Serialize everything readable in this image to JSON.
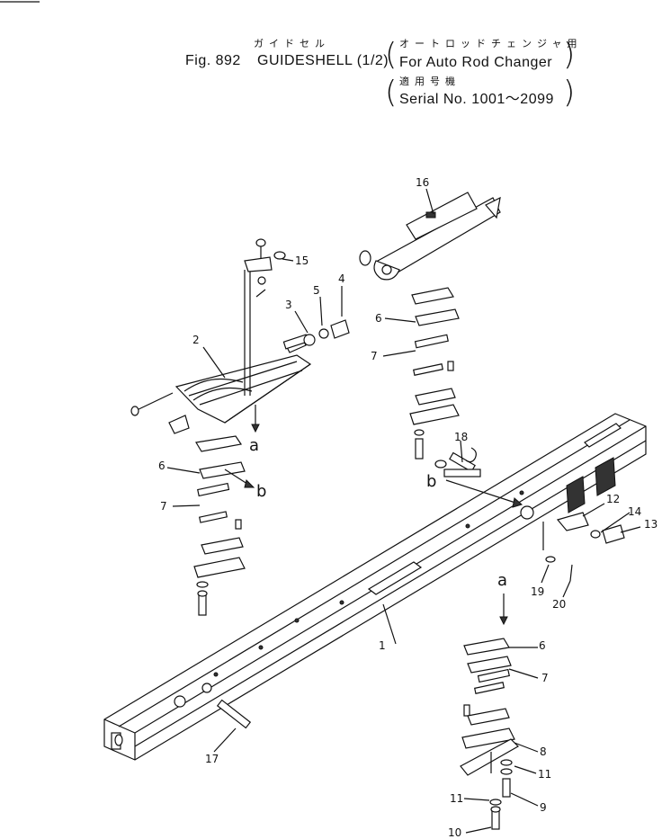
{
  "header": {
    "fig_label": "Fig. 892",
    "jp_title": "ガイドセル",
    "title": "GUIDESHELL (1/2)",
    "jp_usage": "オートロッドチェンジャ用",
    "usage": "For Auto Rod Changer",
    "jp_serial": "適用号機",
    "serial": "Serial No. 1001～2099"
  },
  "callouts": {
    "c1": "1",
    "c2": "2",
    "c3": "3",
    "c4": "4",
    "c5": "5",
    "c6a": "6",
    "c6b": "6",
    "c6c": "6",
    "c7a": "7",
    "c7b": "7",
    "c7c": "7",
    "c8": "8",
    "c9": "9",
    "c10": "10",
    "c11a": "11",
    "c11b": "11",
    "c12": "12",
    "c13": "13",
    "c14": "14",
    "c15": "15",
    "c16": "16",
    "c17": "17",
    "c18": "18",
    "c19": "19",
    "c20": "20"
  },
  "refs": {
    "a1": "a",
    "a2": "a",
    "b1": "b",
    "b2": "b"
  }
}
